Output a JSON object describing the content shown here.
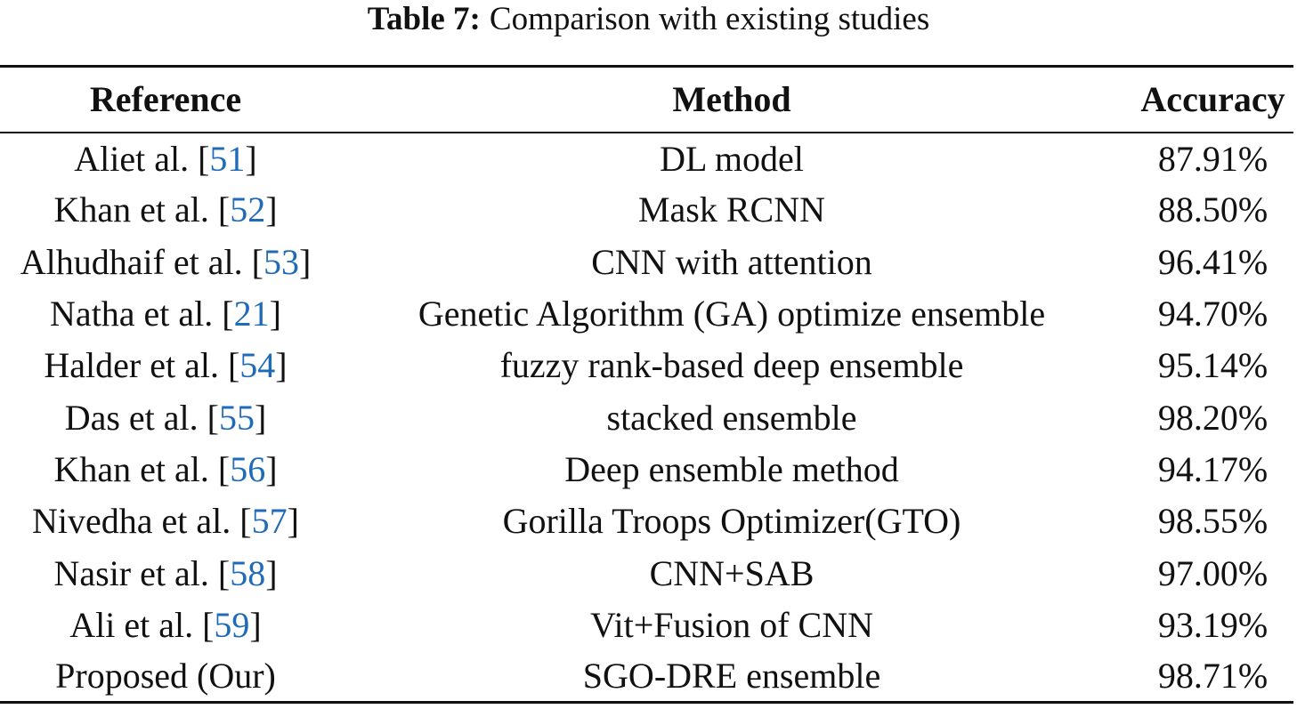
{
  "caption": {
    "label": "Table 7:",
    "text": "Comparison with existing studies"
  },
  "table": {
    "headers": [
      "Reference",
      "Method",
      "Accuracy"
    ],
    "rows": [
      {
        "author": "Aliet al.",
        "cite": "51",
        "method": "DL model",
        "accuracy": "87.91%"
      },
      {
        "author": "Khan et al.",
        "cite": "52",
        "method": "Mask RCNN",
        "accuracy": "88.50%"
      },
      {
        "author": "Alhudhaif et al.",
        "cite": "53",
        "method": "CNN with attention",
        "accuracy": "96.41%"
      },
      {
        "author": "Natha et al.",
        "cite": "21",
        "method": "Genetic Algorithm (GA) optimize ensemble",
        "accuracy": "94.70%"
      },
      {
        "author": "Halder et al.",
        "cite": "54",
        "method": "fuzzy rank-based deep ensemble",
        "accuracy": "95.14%"
      },
      {
        "author": "Das et al.",
        "cite": "55",
        "method": "stacked ensemble",
        "accuracy": "98.20%"
      },
      {
        "author": "Khan et al.",
        "cite": "56",
        "method": "Deep ensemble method",
        "accuracy": "94.17%"
      },
      {
        "author": "Nivedha et al.",
        "cite": "57",
        "method": "Gorilla Troops Optimizer(GTO)",
        "accuracy": "98.55%"
      },
      {
        "author": "Nasir et al.",
        "cite": "58",
        "method": "CNN+SAB",
        "accuracy": "97.00%"
      },
      {
        "author": "Ali et al.",
        "cite": "59",
        "method": "Vit+Fusion of CNN",
        "accuracy": "93.19%"
      },
      {
        "author": "Proposed (Our)",
        "cite": "",
        "method": "SGO-DRE ensemble",
        "accuracy": "98.71%"
      }
    ]
  },
  "colors": {
    "text": "#111111",
    "link": "#1f6bb8",
    "rule": "#111111"
  }
}
